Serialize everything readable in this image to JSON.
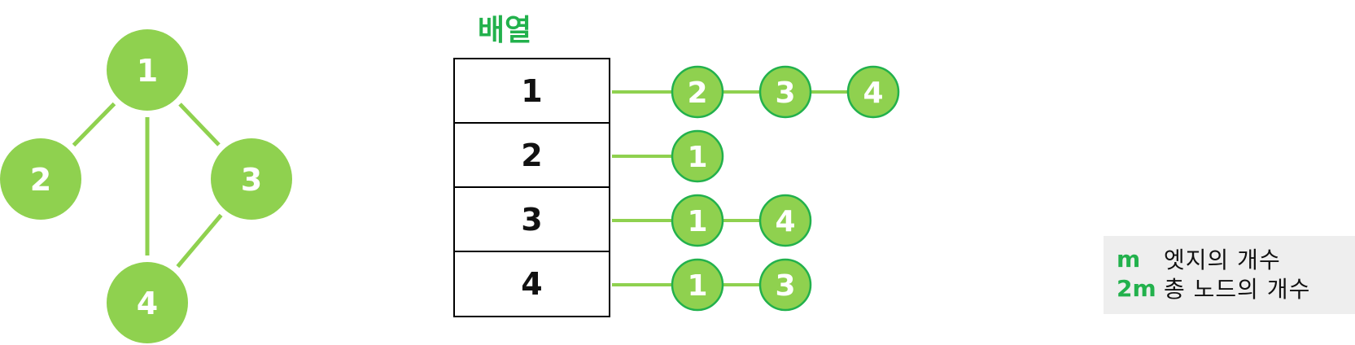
{
  "colors": {
    "node_fill": "#8fd14f",
    "node_stroke": "#22b14c",
    "edge": "#8fd14f",
    "title": "#22b14c",
    "legend_symbol": "#22b14c"
  },
  "graph": {
    "nodes": [
      {
        "id": "1",
        "label": "1"
      },
      {
        "id": "2",
        "label": "2"
      },
      {
        "id": "3",
        "label": "3"
      },
      {
        "id": "4",
        "label": "4"
      }
    ],
    "edges": [
      [
        "1",
        "2"
      ],
      [
        "1",
        "3"
      ],
      [
        "1",
        "4"
      ],
      [
        "3",
        "4"
      ]
    ]
  },
  "array": {
    "title": "배열",
    "rows": [
      {
        "index": "1",
        "neighbors": [
          "2",
          "3",
          "4"
        ]
      },
      {
        "index": "2",
        "neighbors": [
          "1"
        ]
      },
      {
        "index": "3",
        "neighbors": [
          "1",
          "4"
        ]
      },
      {
        "index": "4",
        "neighbors": [
          "1",
          "3"
        ]
      }
    ]
  },
  "legend": {
    "items": [
      {
        "symbol": "m",
        "text": "엣지의 개수"
      },
      {
        "symbol": "2m",
        "text": "총 노드의 개수"
      }
    ]
  }
}
